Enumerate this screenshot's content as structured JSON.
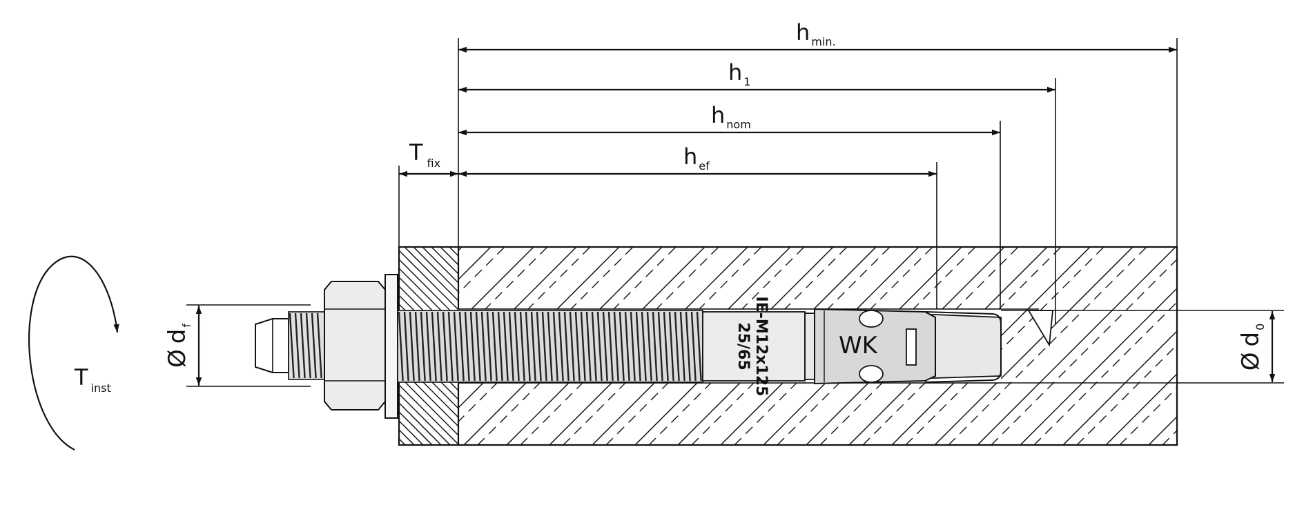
{
  "diagram": {
    "dimensions": {
      "h_min": {
        "base": "h",
        "sub": "min."
      },
      "h_1": {
        "base": "h",
        "sub": "1"
      },
      "h_nom": {
        "base": "h",
        "sub": "nom"
      },
      "h_ef": {
        "base": "h",
        "sub": "ef"
      },
      "t_fix": {
        "base": "T",
        "sub": "fix"
      },
      "d_f": {
        "symbol": "Ø",
        "base": "d",
        "sub": "f"
      },
      "d_0": {
        "symbol": "Ø",
        "base": "d",
        "sub": "0"
      },
      "t_inst": {
        "base": "T",
        "sub": "inst"
      }
    },
    "anchor": {
      "marking_line1": "IE-M12x125",
      "marking_line2": "25/65",
      "sleeve_mark": "WK"
    }
  }
}
